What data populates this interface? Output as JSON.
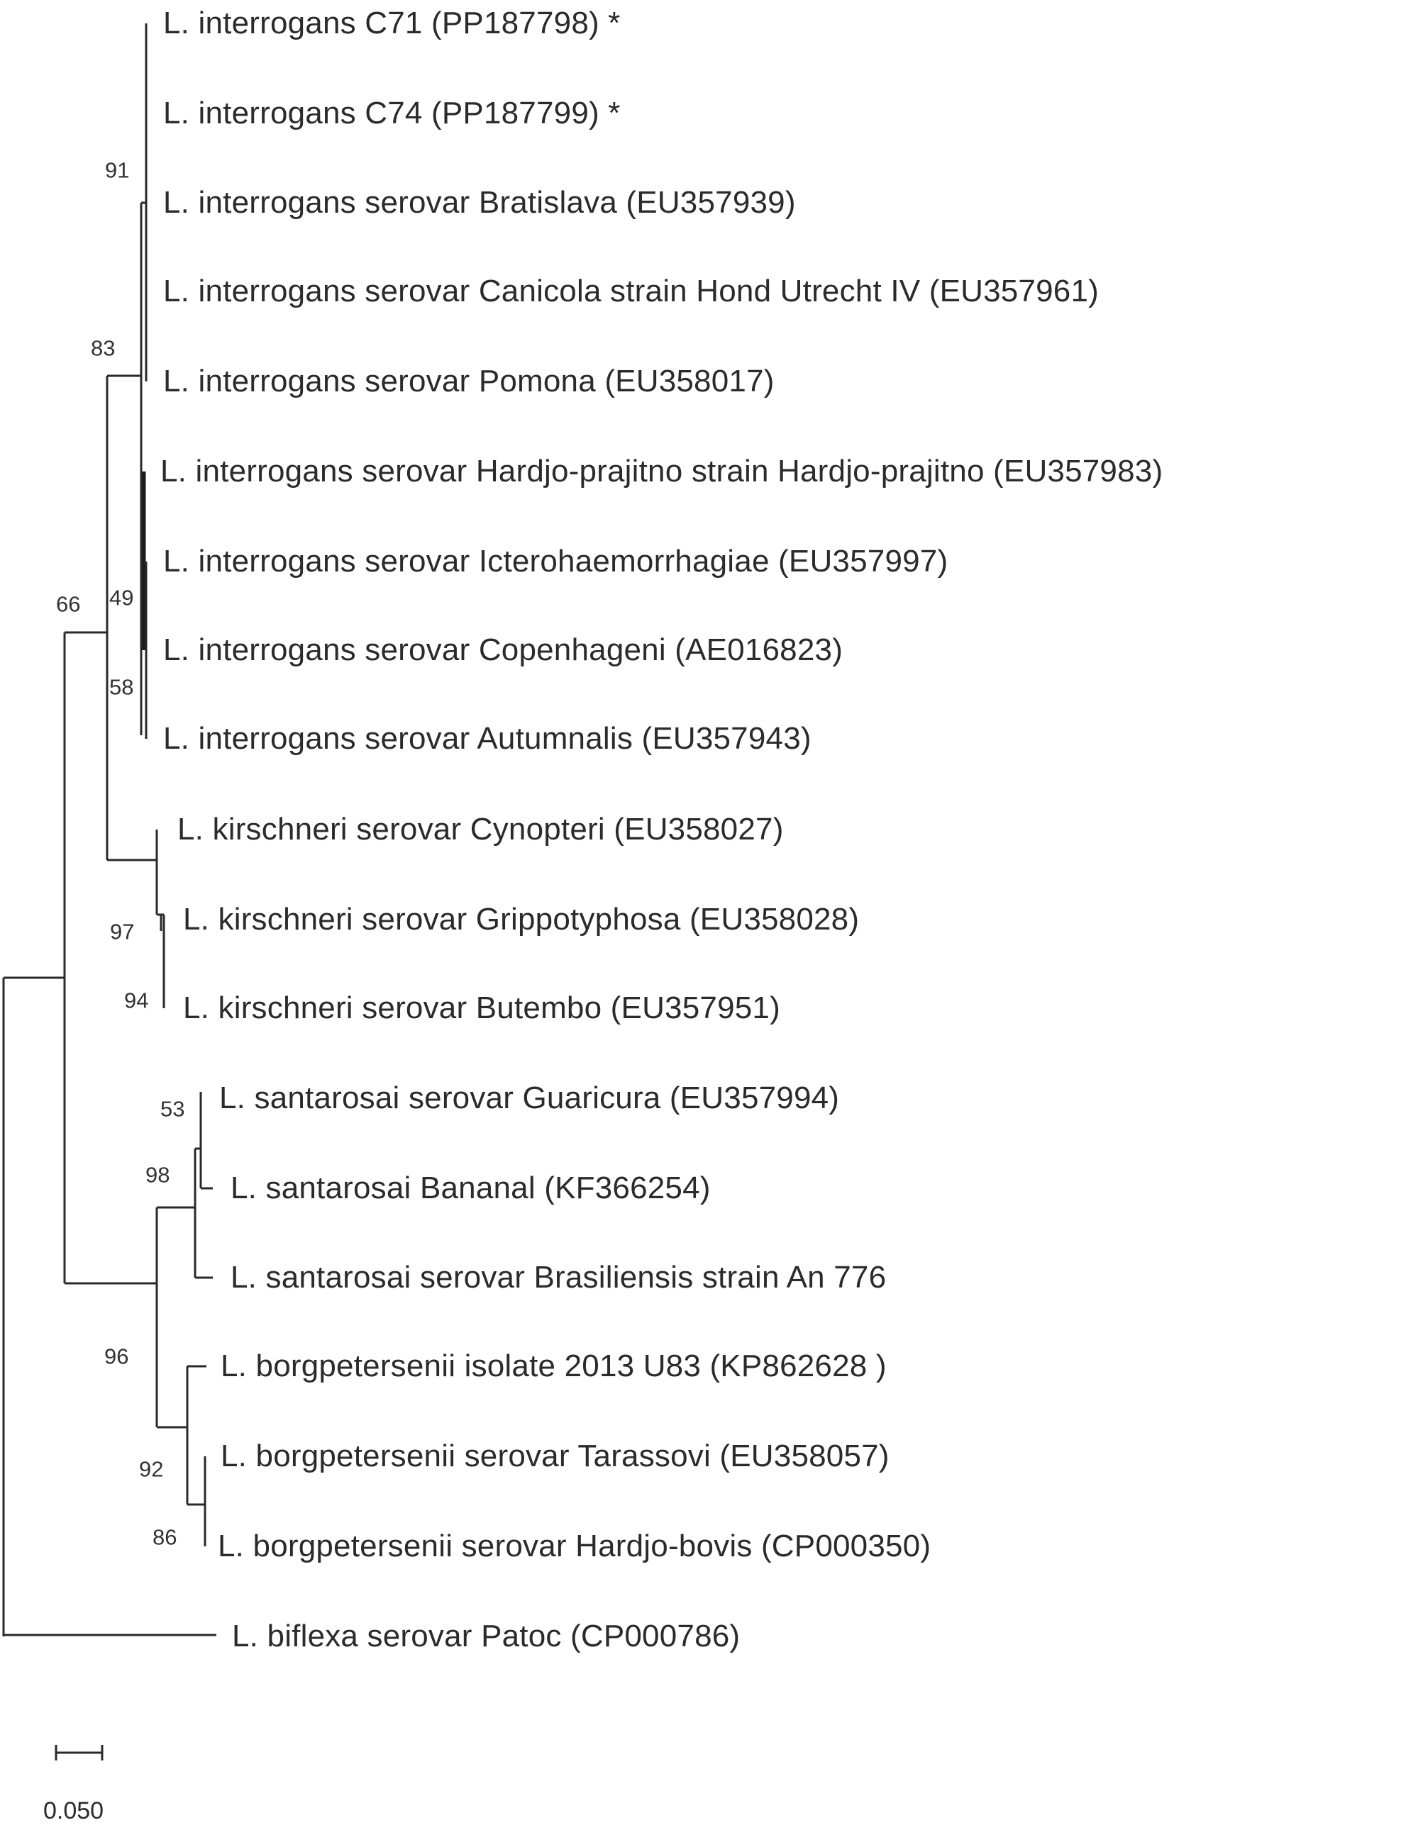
{
  "figure": {
    "type": "phylogenetic-tree",
    "scale_bar": {
      "label": "0.050",
      "value": 0.05
    }
  },
  "leaves": [
    {
      "label": "L. interrogans C71 (PP187798) *"
    },
    {
      "label": "L. interrogans C74 (PP187799) *"
    },
    {
      "label": "L. interrogans serovar Bratislava (EU357939)"
    },
    {
      "label": "L. interrogans serovar Canicola strain Hond Utrecht IV (EU357961)"
    },
    {
      "label": "L. interrogans serovar Pomona (EU358017)"
    },
    {
      "label": "L. interrogans serovar Hardjo-prajitno strain Hardjo-prajitno (EU357983)"
    },
    {
      "label": "L. interrogans serovar Icterohaemorrhagiae (EU357997)"
    },
    {
      "label": "L. interrogans serovar Copenhageni (AE016823)"
    },
    {
      "label": "L. interrogans serovar Autumnalis (EU357943)"
    },
    {
      "label": "L. kirschneri serovar Cynopteri (EU358027)"
    },
    {
      "label": "L. kirschneri serovar Grippotyphosa (EU358028)"
    },
    {
      "label": "L. kirschneri serovar Butembo (EU357951)"
    },
    {
      "label": "L. santarosai serovar Guaricura (EU357994)"
    },
    {
      "label": "L. santarosai Bananal (KF366254)"
    },
    {
      "label": "L. santarosai serovar Brasiliensis strain An 776"
    },
    {
      "label": "L. borgpetersenii isolate 2013 U83 (KP862628 )"
    },
    {
      "label": "L. borgpetersenii serovar Tarassovi (EU358057)"
    },
    {
      "label": "L. borgpetersenii serovar Hardjo-bovis (CP000350)"
    },
    {
      "label": "L. biflexa serovar Patoc (CP000786)"
    }
  ],
  "bootstrap_values": [
    {
      "value": "91"
    },
    {
      "value": "83"
    },
    {
      "value": "66"
    },
    {
      "value": "49"
    },
    {
      "value": "58"
    },
    {
      "value": "97"
    },
    {
      "value": "94"
    },
    {
      "value": "53"
    },
    {
      "value": "98"
    },
    {
      "value": "96"
    },
    {
      "value": "92"
    },
    {
      "value": "86"
    }
  ]
}
